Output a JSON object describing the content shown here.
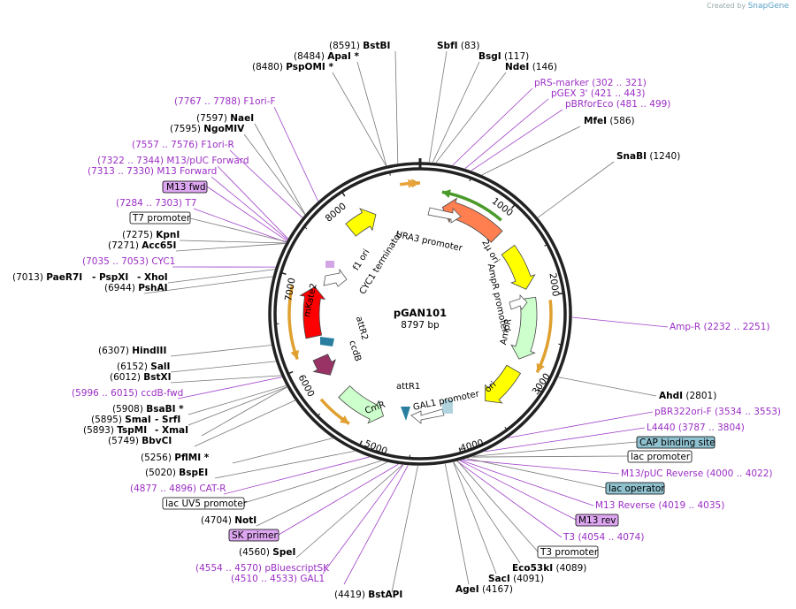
{
  "credit": {
    "prefix": "Created by",
    "brand": "SnapGene"
  },
  "plasmid": {
    "name": "pGAN101",
    "size_label": "8797 bp",
    "length": 8797
  },
  "ticks": [
    "1000",
    "2000",
    "3000",
    "4000",
    "5000",
    "6000",
    "7000",
    "8000"
  ],
  "features": [
    {
      "label": "URA3",
      "color": "#ff7f50",
      "start": 290,
      "end": 1095,
      "dir": -1
    },
    {
      "label": "2µ ori",
      "color": "#ffff00",
      "start": 1320,
      "end": 1880,
      "dir": 1
    },
    {
      "label": "AmpR",
      "color": "#ccffcc",
      "start": 2000,
      "end": 2800,
      "dir": 1
    },
    {
      "label": "ori",
      "color": "#ffff00",
      "start": 2950,
      "end": 3500,
      "dir": 1
    },
    {
      "label": "CmR",
      "color": "#ccffcc",
      "start": 4880,
      "end": 5480,
      "dir": -1
    },
    {
      "label": "ccdB",
      "color": "#993366",
      "start": 5760,
      "end": 6020,
      "dir": -1
    },
    {
      "label": "mKate2",
      "color": "#ff0000",
      "start": 6300,
      "end": 6950,
      "dir": 1
    },
    {
      "label": "f1 ori",
      "color": "#ffff00",
      "start": 7830,
      "end": 8210,
      "dir": 1
    }
  ],
  "feature_labels": [
    "URA3 promoter",
    "AmpR promoter",
    "GAL1 promoter",
    "CYC1 terminator",
    "f1 ori",
    "attR1",
    "attR2"
  ],
  "enzymes": [
    {
      "name": "BstBI",
      "pos": "(8591)"
    },
    {
      "name": "ApaI *",
      "pos": "(8484)"
    },
    {
      "name": "PspOMI *",
      "pos": "(8480)"
    },
    {
      "name": "SbfI",
      "pos": "(83)"
    },
    {
      "name": "BsgI",
      "pos": "(117)"
    },
    {
      "name": "NdeI",
      "pos": "(146)"
    },
    {
      "name": "MfeI",
      "pos": "(586)"
    },
    {
      "name": "SnaBI",
      "pos": "(1240)"
    },
    {
      "name": "NaeI",
      "pos": "(7597)"
    },
    {
      "name": "NgoMIV",
      "pos": "(7595)"
    },
    {
      "name": "KpnI",
      "pos": "(7275)"
    },
    {
      "name": "Acc65I",
      "pos": "(7271)"
    },
    {
      "name": "PaeR7I",
      "pos": "(7013)"
    },
    {
      "name": "- PspXI",
      "pos": ""
    },
    {
      "name": "- XhoI",
      "pos": ""
    },
    {
      "name": "PshAI",
      "pos": "(6944)"
    },
    {
      "name": "HindIII",
      "pos": "(6307)"
    },
    {
      "name": "SalI",
      "pos": "(6152)"
    },
    {
      "name": "BstXI",
      "pos": "(6012)"
    },
    {
      "name": "AhdI",
      "pos": "(2801)"
    },
    {
      "name": "BsaBI *",
      "pos": "(5908)"
    },
    {
      "name": "SmaI",
      "pos": "(5895)"
    },
    {
      "name": "- SrfI",
      "pos": ""
    },
    {
      "name": "TspMI",
      "pos": "(5893)"
    },
    {
      "name": "- XmaI",
      "pos": ""
    },
    {
      "name": "BbvCI",
      "pos": "(5749)"
    },
    {
      "name": "PflMI *",
      "pos": "(5256)"
    },
    {
      "name": "BspEI",
      "pos": "(5020)"
    },
    {
      "name": "NotI",
      "pos": "(4704)"
    },
    {
      "name": "SpeI",
      "pos": "(4560)"
    },
    {
      "name": "BstAPI",
      "pos": "(4419)"
    },
    {
      "name": "AgeI",
      "pos": "(4167)"
    },
    {
      "name": "SacI",
      "pos": "(4091)"
    },
    {
      "name": "Eco53kI",
      "pos": "(4089)"
    }
  ],
  "primers": [
    {
      "name": "pRS-marker",
      "range": "(302 .. 321)"
    },
    {
      "name": "pGEX 3'",
      "range": "(421 .. 443)"
    },
    {
      "name": "pBRforEco",
      "range": "(481 .. 499)"
    },
    {
      "name": "F1ori-F",
      "range": "(7767 .. 7788)"
    },
    {
      "name": "F1ori-R",
      "range": "(7557 .. 7576)"
    },
    {
      "name": "M13/pUC Forward",
      "range": "(7322 .. 7344)"
    },
    {
      "name": "M13 Forward",
      "range": "(7313 .. 7330)"
    },
    {
      "name": "T7",
      "range": "(7284 .. 7303)"
    },
    {
      "name": "CYC1",
      "range": "(7035 .. 7053)"
    },
    {
      "name": "Amp-R",
      "range": "(2232 .. 2251)"
    },
    {
      "name": "ccdB-fwd",
      "range": "(5996 .. 6015)"
    },
    {
      "name": "pBR322ori-F",
      "range": "(3534 .. 3553)"
    },
    {
      "name": "L4440",
      "range": "(3787 .. 3804)"
    },
    {
      "name": "M13/pUC Reverse",
      "range": "(4000 .. 4022)"
    },
    {
      "name": "M13 Reverse",
      "range": "(4019 .. 4035)"
    },
    {
      "name": "CAT-R",
      "range": "(4877 .. 4896)"
    },
    {
      "name": "T3",
      "range": "(4054 .. 4074)"
    },
    {
      "name": "pBluescriptSK",
      "range": "(4554 .. 4570)"
    },
    {
      "name": "GAL1",
      "range": "(4510 .. 4533)"
    }
  ],
  "boxed_labels": [
    {
      "name": "M13 fwd",
      "color": "#dda6f0"
    },
    {
      "name": "T7 promoter",
      "color": "#ffffff"
    },
    {
      "name": "CAP binding site",
      "color": "#8fc1cf"
    },
    {
      "name": "lac promoter",
      "color": "#ffffff"
    },
    {
      "name": "lac operator",
      "color": "#8fc1cf"
    },
    {
      "name": "M13 rev",
      "color": "#dda6f0"
    },
    {
      "name": "T3 promoter",
      "color": "#ffffff"
    },
    {
      "name": "lac UV5 promoter",
      "color": "#ffffff"
    },
    {
      "name": "SK primer",
      "color": "#dda6f0"
    }
  ]
}
